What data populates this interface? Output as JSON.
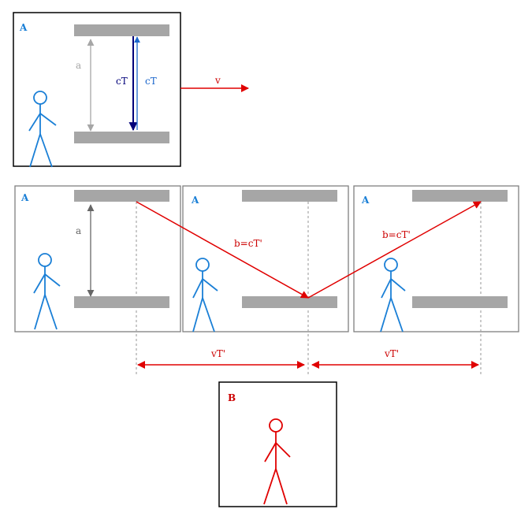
{
  "frames": {
    "top": {
      "label": "A"
    },
    "middle": [
      {
        "label": "A"
      },
      {
        "label": "A"
      },
      {
        "label": "A"
      }
    ],
    "bottom": {
      "label": "B"
    }
  },
  "labels": {
    "a_top": "a",
    "a_middle": "a",
    "ct_down": "cT",
    "ct_up": "cT",
    "velocity": "v",
    "b_left": "b=cT'",
    "b_right": "b=cT'",
    "vt_left": "vT'",
    "vt_right": "vT'"
  },
  "colors": {
    "frame_a_label": "#1a7fd6",
    "frame_b_label": "#cc0000",
    "observer_a": "#1a7fd6",
    "observer_b": "#e00000",
    "mirror": "#a6a6a6",
    "light_ray": "#e00000",
    "ct_down": "#00007a",
    "ct_up": "#1a66cc",
    "a_light": "#a6a6a6",
    "a_dark": "#666666"
  }
}
